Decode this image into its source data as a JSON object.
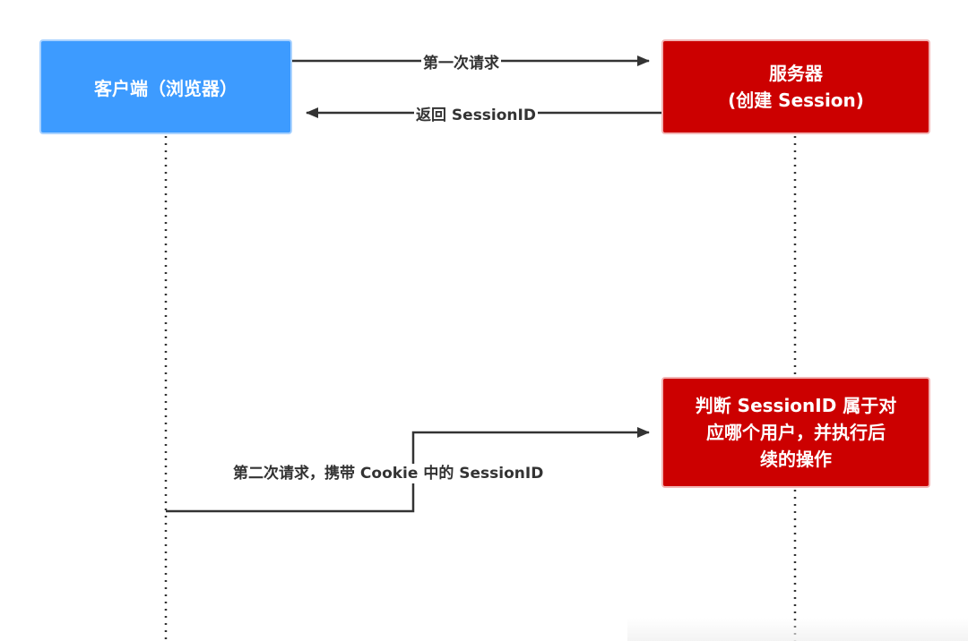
{
  "actors": {
    "client": {
      "label": "客户端（浏览器）",
      "color": "#3d9bff"
    },
    "server": {
      "line1": "服务器",
      "line2": "(创建 Session)",
      "color": "#cc0000"
    }
  },
  "messages": {
    "first_request": "第一次请求",
    "return_session": "返回 SessionID",
    "second_request": "第二次请求，携带 Cookie 中的 SessionID"
  },
  "process": {
    "line1": "判断 SessionID 属于对",
    "line2": "应哪个用户，并执行后",
    "line3": "续的操作",
    "color": "#cc0000"
  },
  "colors": {
    "line": "#333333",
    "client_fill": "#3d9bff",
    "server_fill": "#cc0000"
  }
}
